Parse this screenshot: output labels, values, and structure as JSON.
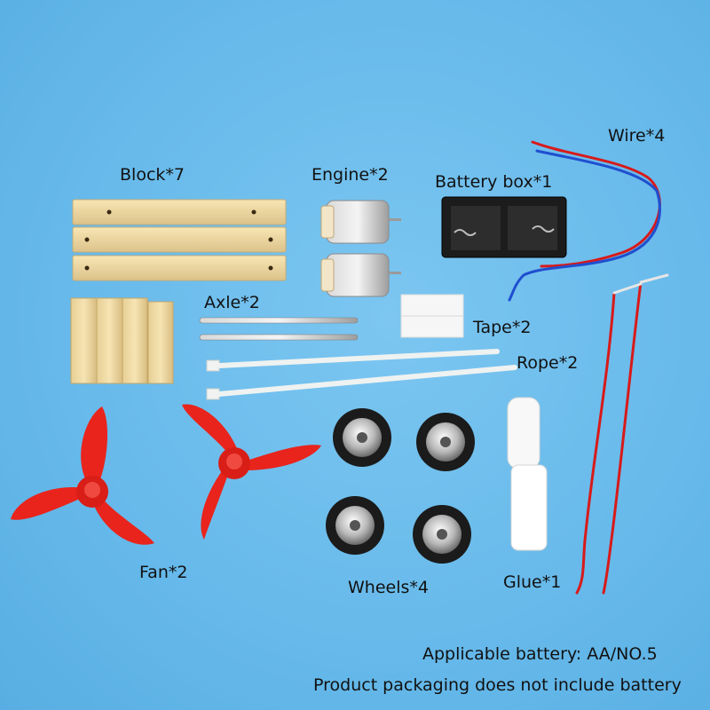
{
  "labels": {
    "block": "Block*7",
    "engine": "Engine*2",
    "battery_box": "Battery box*1",
    "wire": "Wire*4",
    "axle": "Axle*2",
    "tape": "Tape*2",
    "rope": "Rope*2",
    "fan": "Fan*2",
    "wheels": "Wheels*4",
    "glue": "Glue*1"
  },
  "notes": {
    "battery": "Applicable battery: AA/NO.5",
    "packaging": "Product packaging does not include battery"
  },
  "colors": {
    "background": "#66b9ea",
    "wood": "#f0dca5",
    "propeller": "#e8241c",
    "wire_red": "#d81a1a",
    "wire_blue": "#1f4fd0"
  }
}
